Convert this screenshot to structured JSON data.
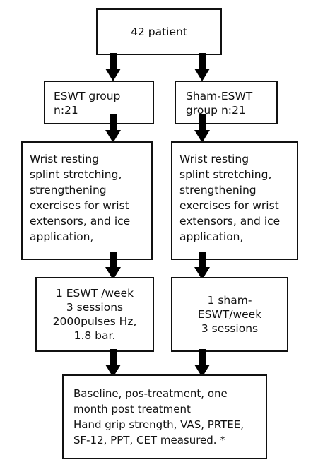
{
  "boxes": {
    "top": {
      "lines": [
        "42 patient"
      ]
    },
    "eswt_group": {
      "lines": [
        "ESWT group",
        "n:21"
      ]
    },
    "sham_group": {
      "lines": [
        "Sham-ESWT",
        "group n:21"
      ]
    },
    "eswt_treatment": {
      "lines": [
        "Wrist resting",
        "splint stretching,",
        "strengthening",
        "exercises for wrist",
        "extensors, and ice",
        "application,"
      ]
    },
    "sham_treatment": {
      "lines": [
        "Wrist resting",
        "splint stretching,",
        "strengthening",
        "exercises for wrist",
        "extensors, and ice",
        "application,"
      ]
    },
    "eswt_protocol": {
      "lines": [
        "1 ESWT /week",
        "3 sessions",
        "2000pulses Hz,",
        "1.8 bar."
      ]
    },
    "sham_protocol": {
      "lines": [
        "1 sham-",
        "ESWT/week",
        "3 sessions"
      ]
    },
    "outcome": {
      "lines": [
        "Baseline, pos-treatment, one",
        "month post treatment",
        "Hand grip strength, VAS, PRTEE,",
        "SF-12, PPT, CET measured. *"
      ]
    }
  },
  "colors": {
    "stroke": "#111111",
    "arrow": "#000000",
    "background": "#ffffff"
  }
}
